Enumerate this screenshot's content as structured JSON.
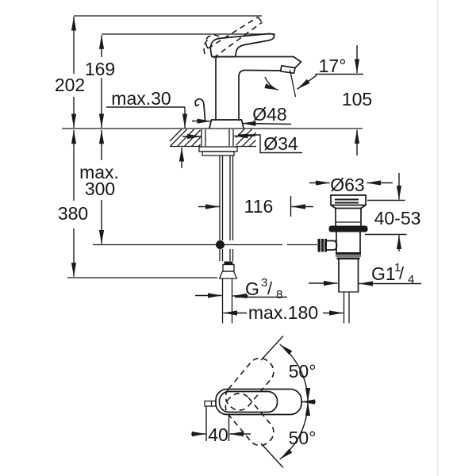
{
  "colors": {
    "line": "#1a1a1a",
    "background": "#ffffff"
  },
  "side": {
    "d202": "202",
    "d169": "169",
    "dmax30": "max.30",
    "d17": "17°",
    "d105": "105",
    "d48": "Ø48",
    "d34": "Ø34",
    "dmax": "max.",
    "d300": "300",
    "d380": "380",
    "d116": "116",
    "d63": "Ø63",
    "d4053": "40-53",
    "dmax180": "max.180",
    "g38": {
      "g": "G",
      "n": "3",
      "s": "/",
      "d": "8"
    },
    "g114": {
      "g": "G1",
      "n": "1",
      "s": "/",
      "d": "4"
    }
  },
  "top": {
    "angle_up": "50°",
    "angle_low": "50°",
    "d40": "40"
  }
}
